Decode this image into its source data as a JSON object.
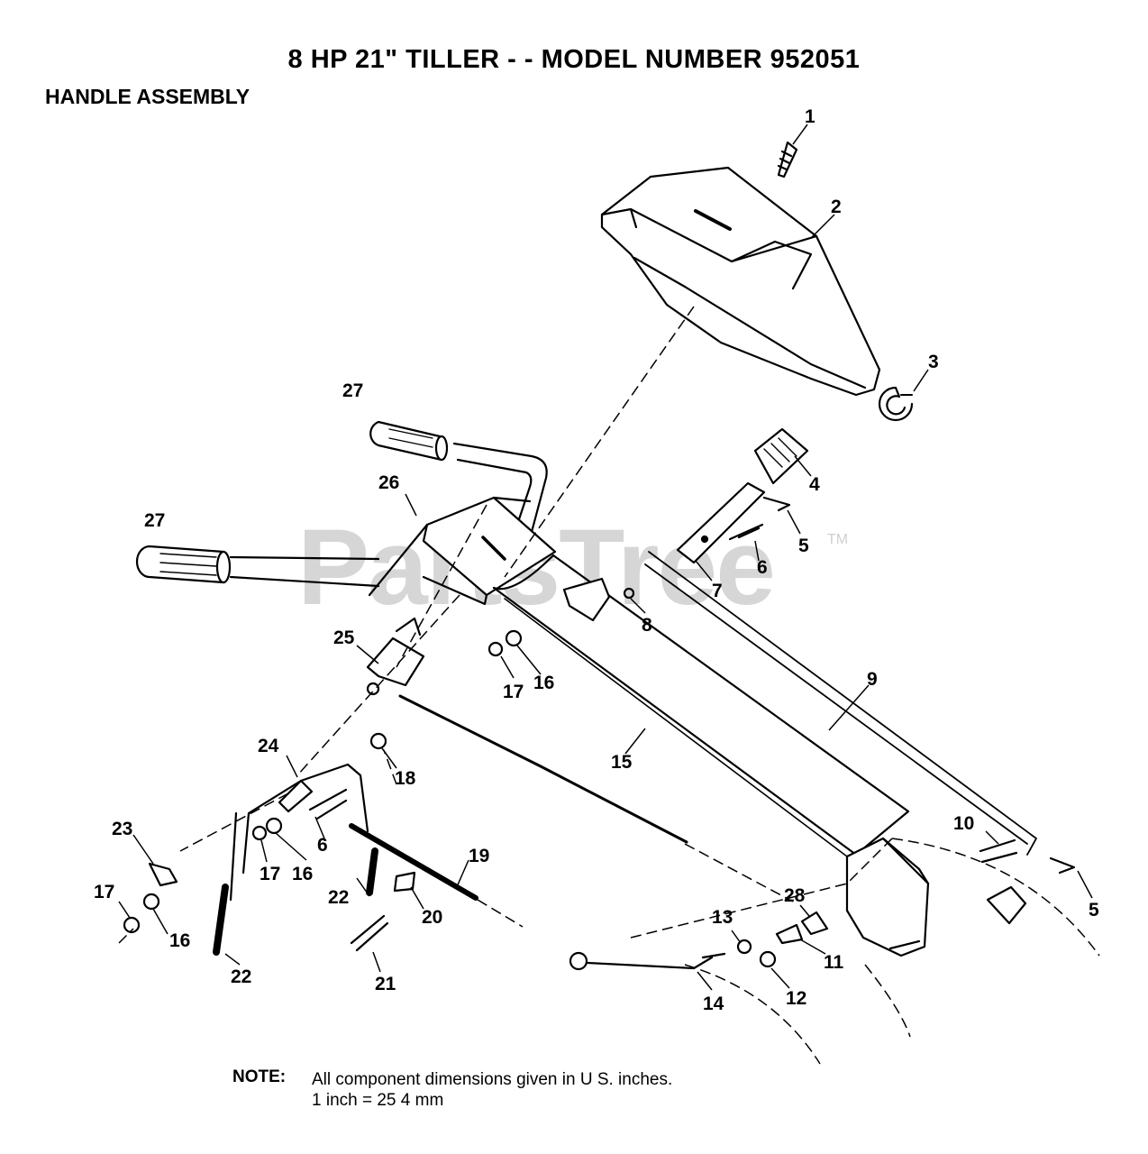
{
  "title": "8 HP 21\" TILLER - - MODEL NUMBER 952051",
  "subtitle": "HANDLE ASSEMBLY",
  "watermark": "PartsTree",
  "watermark_tm": "TM",
  "callouts": [
    {
      "id": "c1",
      "text": "1"
    },
    {
      "id": "c2",
      "text": "2"
    },
    {
      "id": "c3",
      "text": "3"
    },
    {
      "id": "c4",
      "text": "4"
    },
    {
      "id": "c5a",
      "text": "5"
    },
    {
      "id": "c5b",
      "text": "5"
    },
    {
      "id": "c6a",
      "text": "6"
    },
    {
      "id": "c6b",
      "text": "6"
    },
    {
      "id": "c7",
      "text": "7"
    },
    {
      "id": "c8",
      "text": "8"
    },
    {
      "id": "c9",
      "text": "9"
    },
    {
      "id": "c10",
      "text": "10"
    },
    {
      "id": "c11",
      "text": "11"
    },
    {
      "id": "c12",
      "text": "12"
    },
    {
      "id": "c13",
      "text": "13"
    },
    {
      "id": "c14",
      "text": "14"
    },
    {
      "id": "c15",
      "text": "15"
    },
    {
      "id": "c16a",
      "text": "16"
    },
    {
      "id": "c16b",
      "text": "16"
    },
    {
      "id": "c16c",
      "text": "16"
    },
    {
      "id": "c17a",
      "text": "17"
    },
    {
      "id": "c17b",
      "text": "17"
    },
    {
      "id": "c17c",
      "text": "17"
    },
    {
      "id": "c18",
      "text": "18"
    },
    {
      "id": "c19",
      "text": "19"
    },
    {
      "id": "c20",
      "text": "20"
    },
    {
      "id": "c21",
      "text": "21"
    },
    {
      "id": "c22a",
      "text": "22"
    },
    {
      "id": "c22b",
      "text": "22"
    },
    {
      "id": "c23",
      "text": "23"
    },
    {
      "id": "c24",
      "text": "24"
    },
    {
      "id": "c25",
      "text": "25"
    },
    {
      "id": "c26",
      "text": "26"
    },
    {
      "id": "c27a",
      "text": "27"
    },
    {
      "id": "c27b",
      "text": "27"
    },
    {
      "id": "c28",
      "text": "28"
    }
  ],
  "note": {
    "label": "NOTE:",
    "line1": "All component dimensions given in U S. inches.",
    "line2": "1 inch = 25 4 mm"
  }
}
